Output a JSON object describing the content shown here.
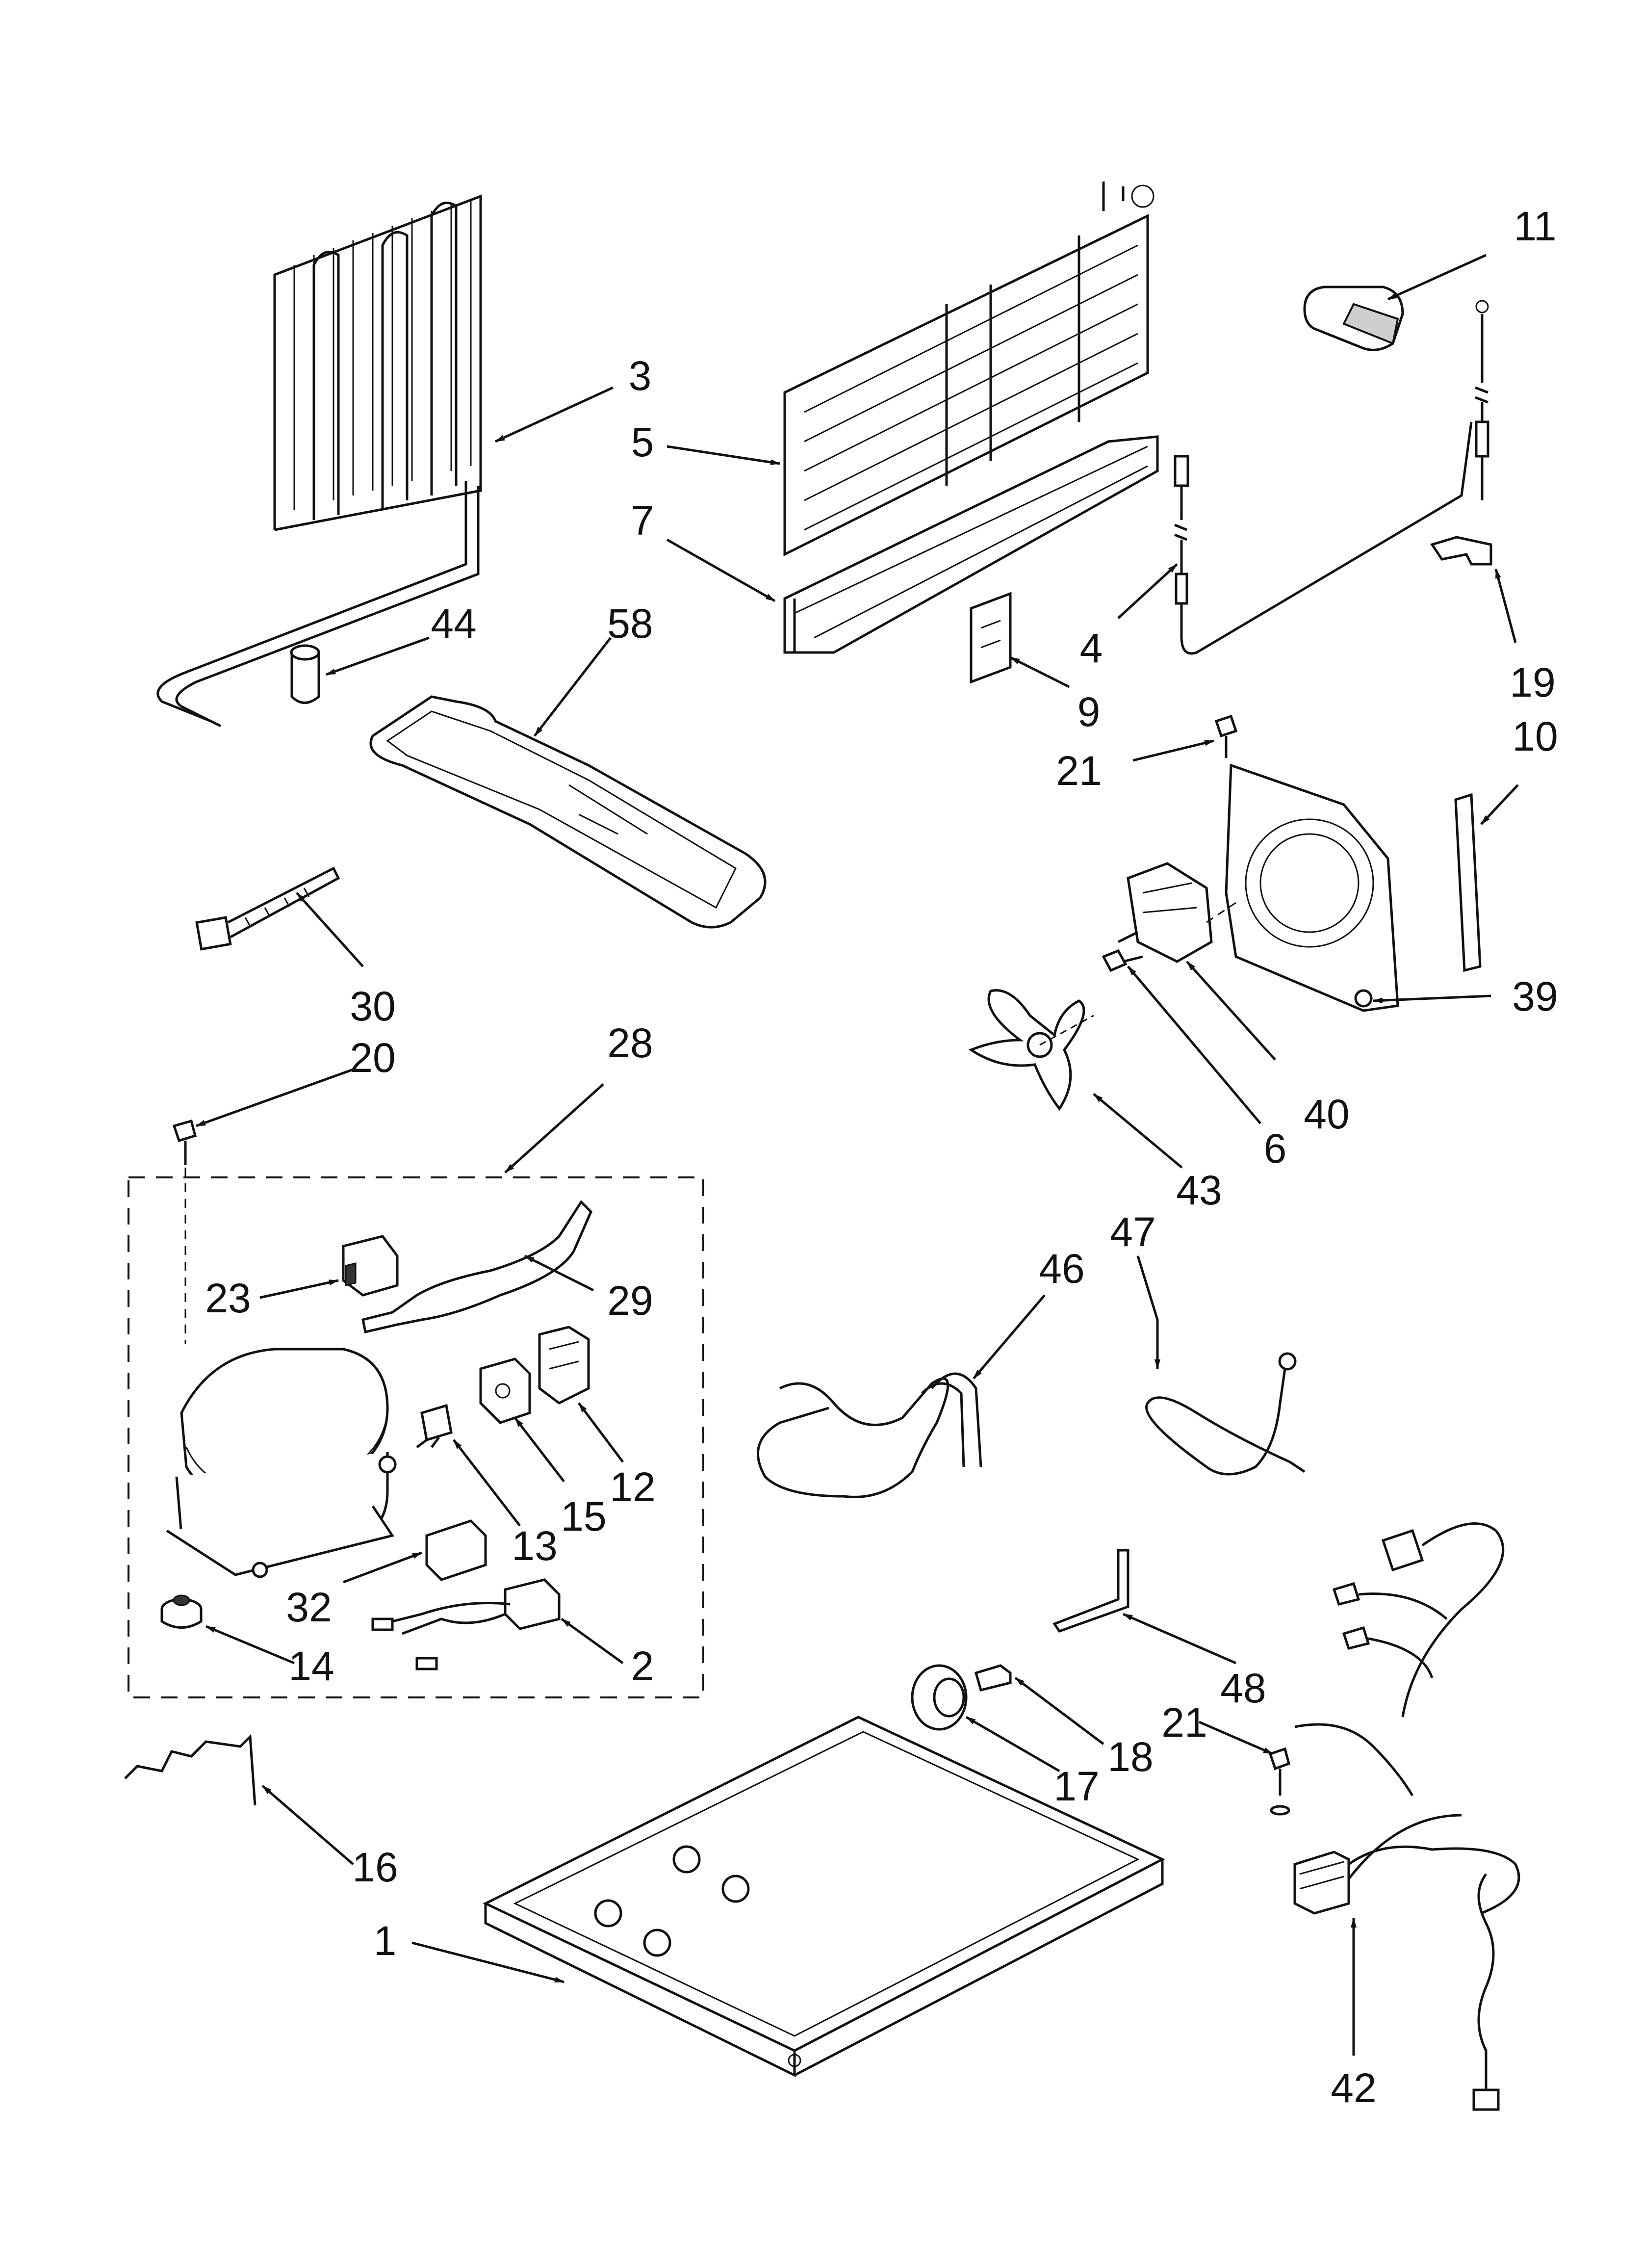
{
  "callouts": [
    {
      "id": "1",
      "label": "1"
    },
    {
      "id": "2",
      "label": "2"
    },
    {
      "id": "3",
      "label": "3"
    },
    {
      "id": "4",
      "label": "4"
    },
    {
      "id": "5",
      "label": "5"
    },
    {
      "id": "6",
      "label": "6"
    },
    {
      "id": "7",
      "label": "7"
    },
    {
      "id": "9",
      "label": "9"
    },
    {
      "id": "10",
      "label": "10"
    },
    {
      "id": "11",
      "label": "11"
    },
    {
      "id": "12",
      "label": "12"
    },
    {
      "id": "13",
      "label": "13"
    },
    {
      "id": "14",
      "label": "14"
    },
    {
      "id": "15",
      "label": "15"
    },
    {
      "id": "16",
      "label": "16"
    },
    {
      "id": "17",
      "label": "17"
    },
    {
      "id": "18",
      "label": "18"
    },
    {
      "id": "19",
      "label": "19"
    },
    {
      "id": "20",
      "label": "20"
    },
    {
      "id": "21a",
      "label": "21"
    },
    {
      "id": "21b",
      "label": "21"
    },
    {
      "id": "23",
      "label": "23"
    },
    {
      "id": "28",
      "label": "28"
    },
    {
      "id": "29",
      "label": "29"
    },
    {
      "id": "30",
      "label": "30"
    },
    {
      "id": "32",
      "label": "32"
    },
    {
      "id": "39",
      "label": "39"
    },
    {
      "id": "40",
      "label": "40"
    },
    {
      "id": "42",
      "label": "42"
    },
    {
      "id": "43",
      "label": "43"
    },
    {
      "id": "44",
      "label": "44"
    },
    {
      "id": "46",
      "label": "46"
    },
    {
      "id": "47",
      "label": "47"
    },
    {
      "id": "48",
      "label": "48"
    },
    {
      "id": "58",
      "label": "58"
    }
  ]
}
